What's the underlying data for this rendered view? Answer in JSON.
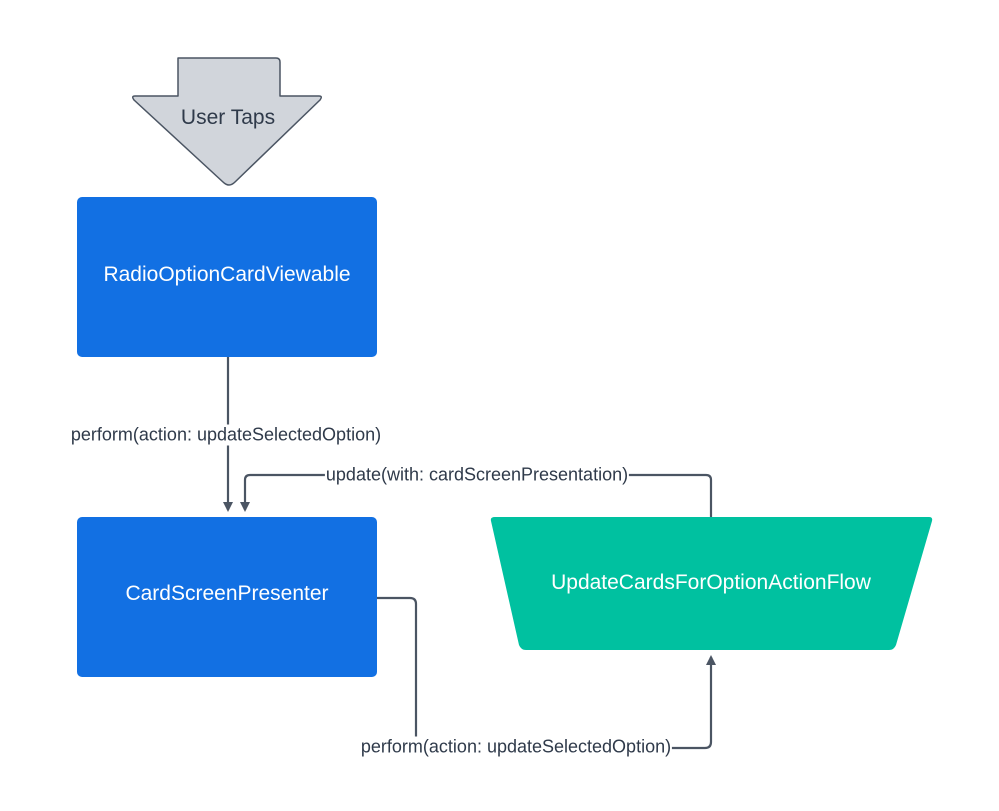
{
  "nodes": {
    "user_taps": "User Taps",
    "radio_option_card_viewable": "RadioOptionCardViewable",
    "card_screen_presenter": "CardScreenPresenter",
    "update_cards_flow": "UpdateCardsForOptionActionFlow"
  },
  "edges": {
    "viewable_to_presenter": "perform(action: updateSelectedOption)",
    "flow_to_presenter": "update(with: cardScreenPresentation)",
    "presenter_to_flow": "perform(action: updateSelectedOption)"
  },
  "colors": {
    "blue_box": "#1270e3",
    "teal_flow": "#00c1a0",
    "gray_arrow": "#d1d5db",
    "connector": "#4b5563",
    "text_dark": "#2f3a4a"
  }
}
